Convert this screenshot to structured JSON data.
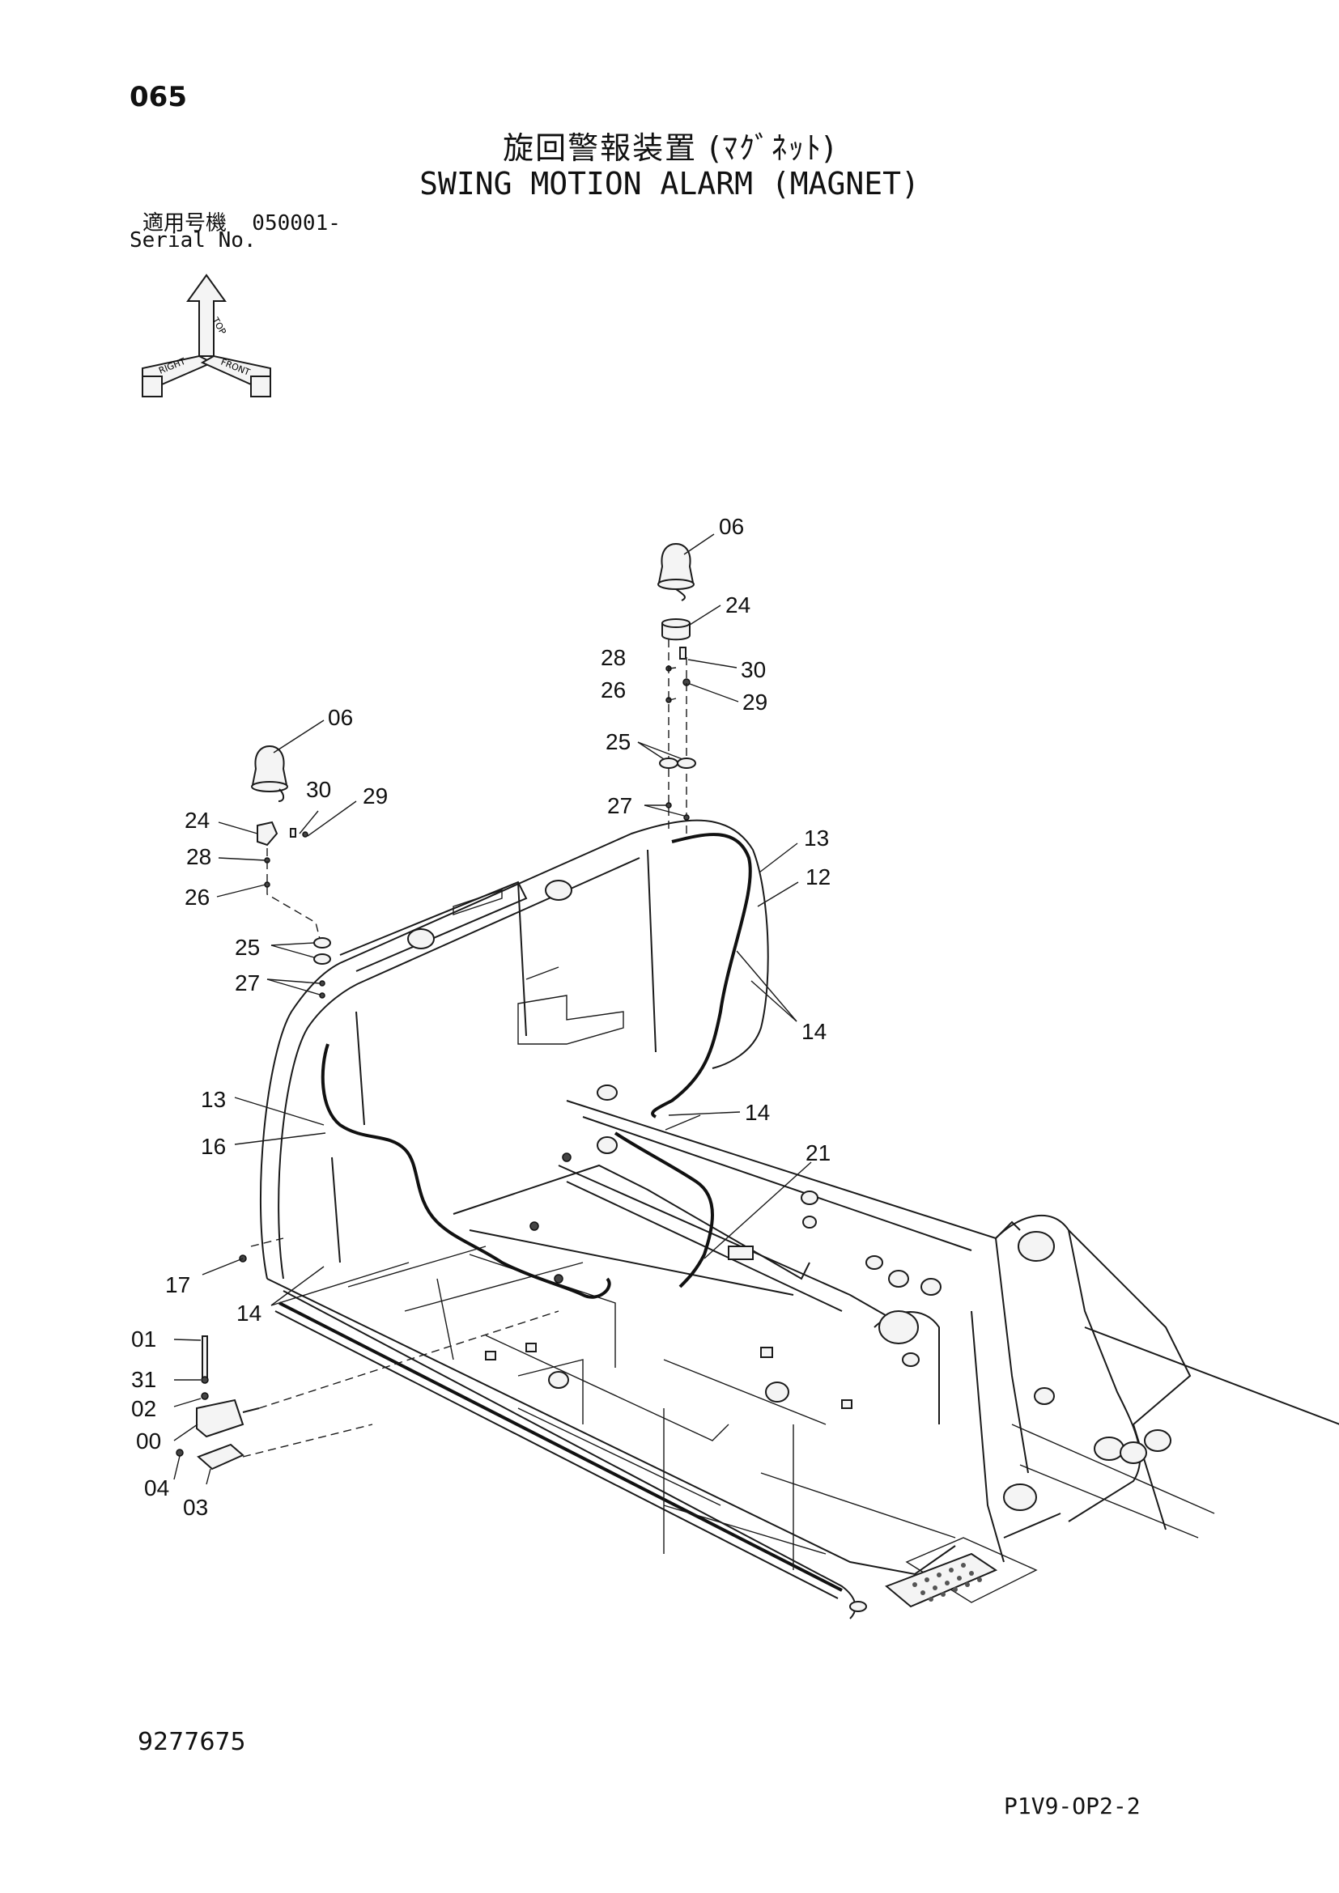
{
  "header": {
    "page_number": "065",
    "title_jp": "旋回警報装置 (ﾏｸﾞﾈｯﾄ)",
    "title_en": "SWING MOTION ALARM (MAGNET)",
    "serial_jp": "適用号機  050001-",
    "serial_en": "Serial No."
  },
  "orientation_marker": {
    "top_label": "TOP",
    "right_label": "RIGHT",
    "front_label": "FRONT"
  },
  "callouts": {
    "c06_top": "06",
    "c24_top": "24",
    "c28_top": "28",
    "c30_top": "30",
    "c26_top": "26",
    "c29_top": "29",
    "c25_top": "25",
    "c27_top": "27",
    "c13_right": "13",
    "c12": "12",
    "c14_right": "14",
    "c14_mid": "14",
    "c21": "21",
    "c06_left": "06",
    "c30_left": "30",
    "c29_left": "29",
    "c24_left": "24",
    "c28_left": "28",
    "c26_left": "26",
    "c25_left": "25",
    "c27_left": "27",
    "c13_left": "13",
    "c16": "16",
    "c17": "17",
    "c14_left": "14",
    "c01": "01",
    "c31": "31",
    "c02": "02",
    "c00": "00",
    "c04": "04",
    "c03": "03"
  },
  "footer": {
    "doc_number": "9277675",
    "page_code": "P1V9-OP2-2"
  }
}
